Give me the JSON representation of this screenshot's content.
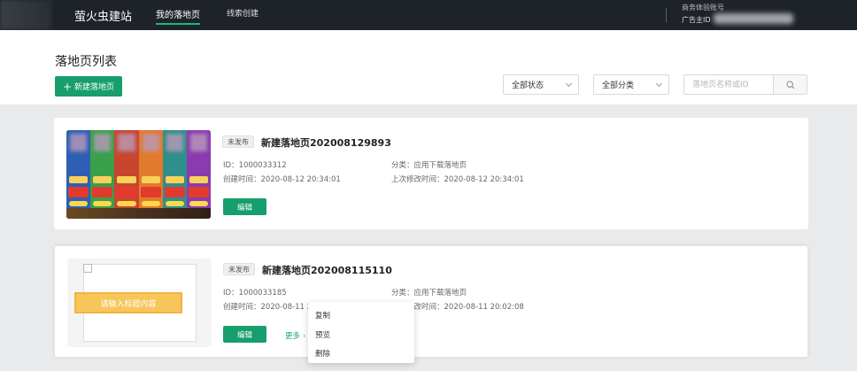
{
  "nav": {
    "brand": "萤火虫建站",
    "items": [
      "我的落地页",
      "线索创建"
    ],
    "account_label": "商务体验账号",
    "advertiser_label": "广告主ID"
  },
  "header": {
    "title": "落地页列表",
    "new_button": "新建落地页",
    "status_filter": "全部状态",
    "category_filter": "全部分类",
    "search_placeholder": "落地页名称或ID"
  },
  "cards": [
    {
      "status": "未发布",
      "title": "新建落地页202008129893",
      "id_text": "ID：1000033312",
      "category_text": "分类：应用下载落地页",
      "created_text": "创建时间：2020-08-12 20:34:01",
      "modified_text": "上次修改时间：2020-08-12 20:34:01",
      "edit_label": "编辑"
    },
    {
      "status": "未发布",
      "title": "新建落地页202008115110",
      "id_text": "ID：1000033185",
      "category_text": "分类：应用下载落地页",
      "created_text": "创建时间：2020-08-11 20:02:08",
      "modified_text": "上次修改时间：2020-08-11 20:02:08",
      "edit_label": "编辑",
      "more_label": "更多",
      "thumb_banner": "请输入标题内容"
    }
  ],
  "more_menu": [
    "复制",
    "预览",
    "删除"
  ],
  "colors": {
    "primary": "#169e6c",
    "nav_bg": "#1e2329",
    "banner": "#f7c65b"
  }
}
